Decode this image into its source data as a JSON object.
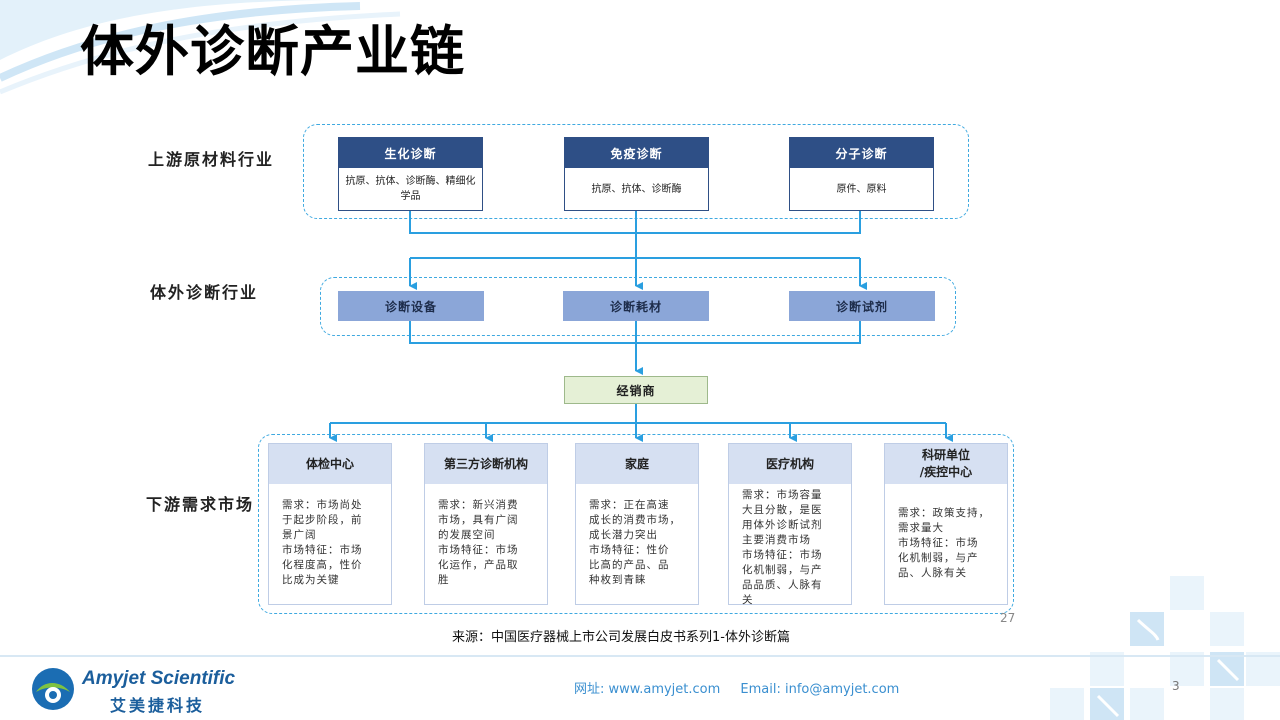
{
  "title": "体外诊断产业链",
  "rows": {
    "upstream": "上游原材料行业",
    "ivd": "体外诊断行业",
    "downstream": "下游需求市场"
  },
  "materials": [
    {
      "head": "生化诊断",
      "body": "抗原、抗体、诊断酶、精细化学品"
    },
    {
      "head": "免疫诊断",
      "body": "抗原、抗体、诊断酶"
    },
    {
      "head": "分子诊断",
      "body": "原件、原料"
    }
  ],
  "industry": [
    "诊断设备",
    "诊断耗材",
    "诊断试剂"
  ],
  "distributor": "经销商",
  "downstream": [
    {
      "head": "体检中心",
      "body": "需求：市场尚处\n于起步阶段，前\n景广阔\n市场特征：市场\n化程度高，性价\n比成为关键"
    },
    {
      "head": "第三方诊断机构",
      "body": "需求：新兴消费\n市场，具有广阔\n的发展空间\n市场特征：市场\n化运作，产品取\n胜"
    },
    {
      "head": "家庭",
      "body": "需求：正在高速\n成长的消费市场，\n成长潜力突出\n市场特征：性价\n比高的产品、品\n种枚到青睐"
    },
    {
      "head": "医疗机构",
      "body": "需求：市场容量\n大且分散，是医\n用体外诊断试剂\n主要消费市场\n市场特征：市场\n化机制弱，与产\n品品质、人脉有\n关"
    },
    {
      "head": "科研单位\n/疾控中心",
      "body": "需求：政策支持，\n需求量大\n市场特征：市场\n化机制弱，与产\n品、人脉有关"
    }
  ],
  "figure_page": "27",
  "source": "来源：中国医疗器械上市公司发展白皮书系列1-体外诊断篇",
  "footer": {
    "logo_en": "Amyjet Scientific",
    "logo_cn": "艾美捷科技",
    "web": "网址: www.amyjet.com",
    "email": "Email: info@amyjet.com",
    "slide_number": "3"
  },
  "colors": {
    "dash_border": "#3fa9e0",
    "arrow": "#2a9fe0",
    "material_header": "#2e4f86",
    "industry_box": "#8ba6d8",
    "distributor_box": "#e5f0d6",
    "downstream_header": "#d6e0f2"
  }
}
